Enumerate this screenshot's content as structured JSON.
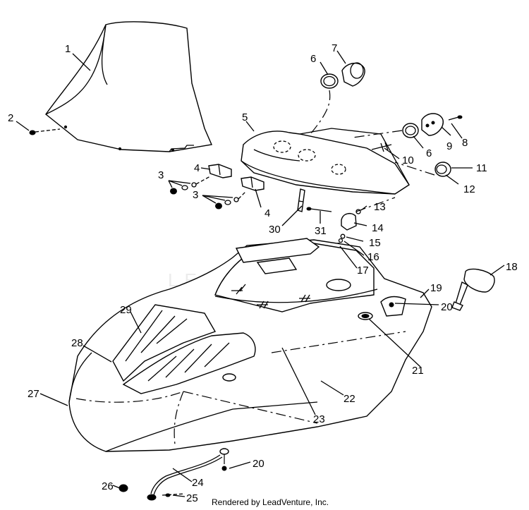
{
  "watermark": "LEADVENTURE",
  "footer": {
    "credit": "Rendered by LeadVenture, Inc."
  },
  "callouts": [
    "1",
    "2",
    "3",
    "3",
    "4",
    "4",
    "5",
    "6",
    "6",
    "7",
    "8",
    "9",
    "10",
    "11",
    "12",
    "13",
    "14",
    "15",
    "16",
    "17",
    "18",
    "19",
    "20",
    "20",
    "21",
    "22",
    "23",
    "24",
    "25",
    "26",
    "27",
    "28",
    "29",
    "30",
    "31"
  ]
}
